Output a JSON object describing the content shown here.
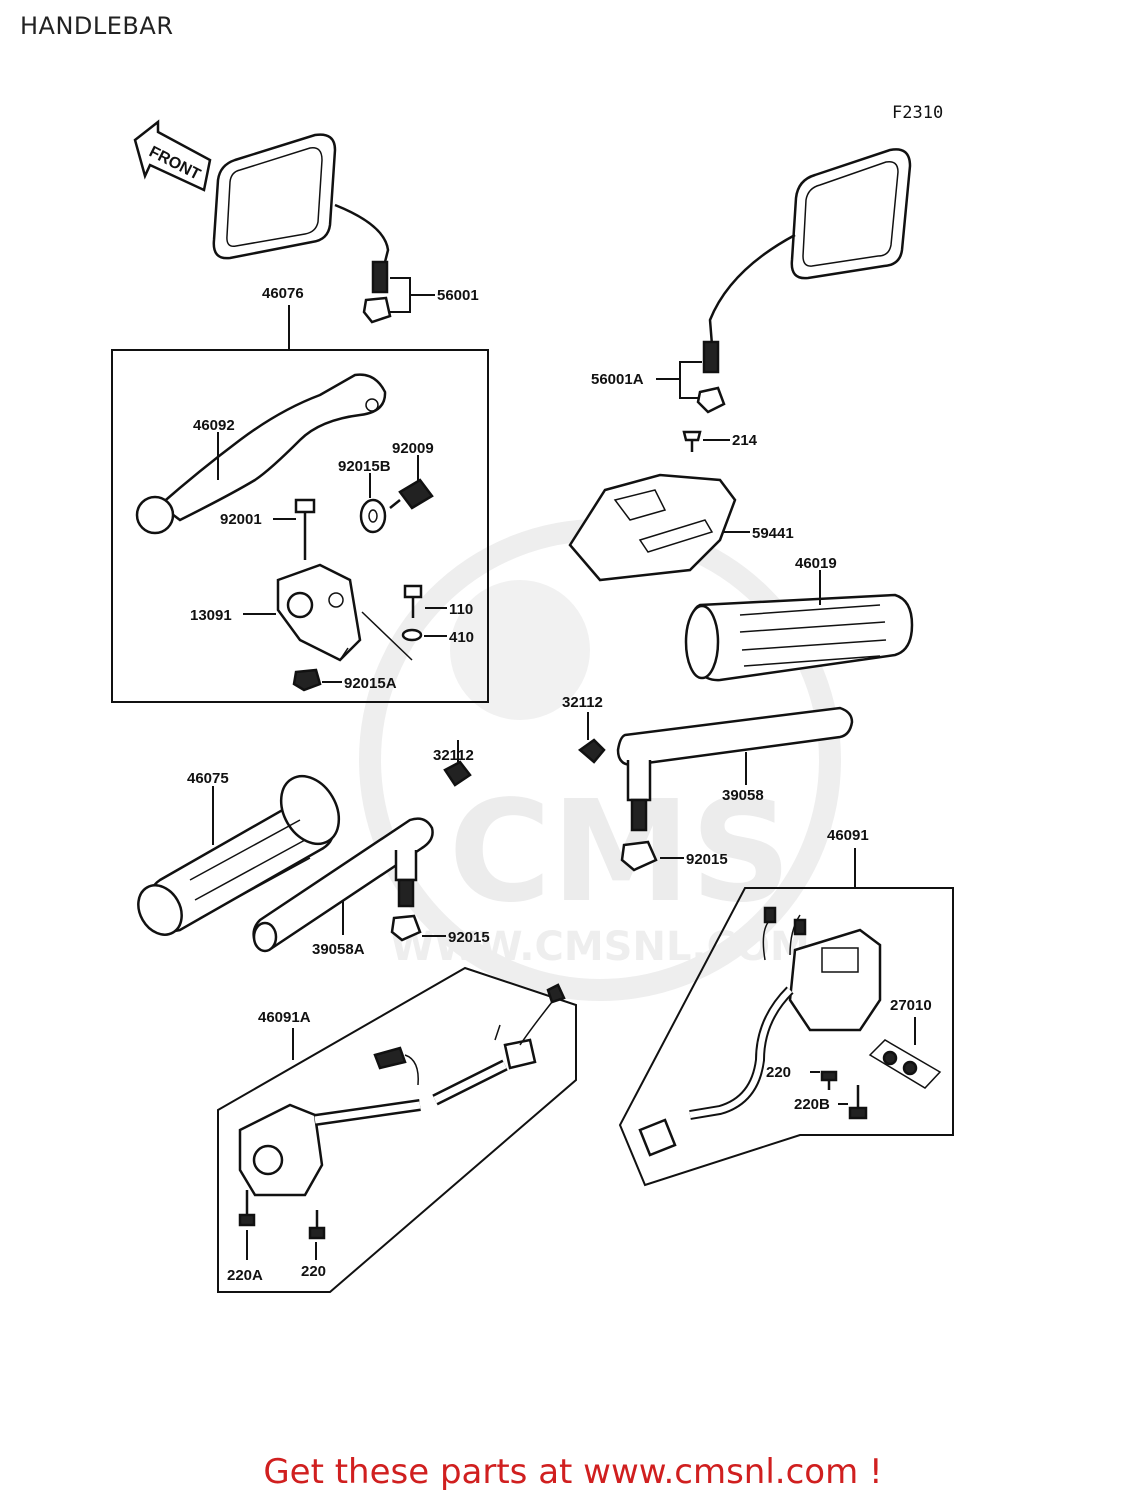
{
  "header": {
    "title": "HANDLEBAR"
  },
  "diagram": {
    "figure_code": "F2310",
    "front_arrow_label": "FRONT",
    "watermark": {
      "text": "CMS",
      "url": "WWW.CMSNL.COM"
    },
    "part_labels": {
      "p46076": "46076",
      "p56001": "56001",
      "p56001A": "56001A",
      "p214": "214",
      "p46092": "46092",
      "p92009": "92009",
      "p92015B": "92015B",
      "p92001": "92001",
      "p59441": "59441",
      "p46019": "46019",
      "p13091": "13091",
      "p110": "110",
      "p410": "410",
      "p92015A": "92015A",
      "p32112a": "32112",
      "p32112b": "32112",
      "p46075": "46075",
      "p39058": "39058",
      "p39058A": "39058A",
      "p92015a": "92015",
      "p92015b": "92015",
      "p46091": "46091",
      "p27010": "27010",
      "p220a": "220",
      "p220B": "220B",
      "p46091A": "46091A",
      "p220A": "220A",
      "p220b": "220"
    }
  },
  "footer": {
    "promo": "Get these parts at www.cmsnl.com !"
  },
  "colors": {
    "promo": "#d01f1f",
    "ink": "#111111",
    "watermark": "#e6e6e6"
  }
}
